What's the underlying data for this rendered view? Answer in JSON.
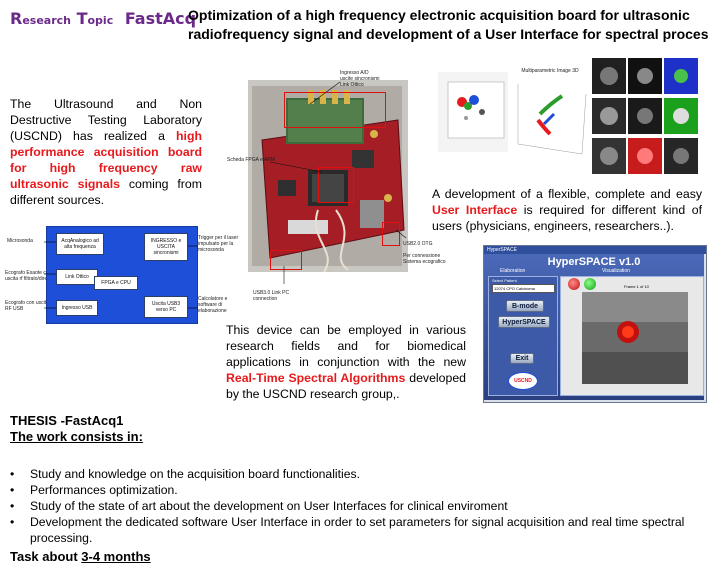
{
  "header": {
    "research_letter_r": "R",
    "research_rest": "esearch",
    "topic_letter_t": "T",
    "topic_rest": "opic",
    "project": "FastAcq",
    "title_line1": "Optimization of a high frequency  electronic acquisition board  for ultrasonic",
    "title_line2": "radiofrequency signal and development of a User Interface for spectral proces"
  },
  "intro": {
    "part1": "The Ultrasound and Non Destructive Testing Laboratory (USCND) has realized a ",
    "highlight": "high performance acquisition board for high frequency raw ultrasonic signals",
    "part2": " coming from different sources."
  },
  "board_labels": {
    "ingresso": "Ingresso A/D\nuscite sincronismi\nLink Ottico",
    "scheda": "Scheda FPGA e ARM",
    "usb_otg": "USB2.0 OTG",
    "per_connessione": "Per connessione\nSistema ecografico",
    "usb_link": "USB3.0 Link PC\nconnection"
  },
  "block_diagram": {
    "left_labels": [
      "Microsonda",
      "Ecografo Esaote con\nuscita rf filtrato/diretto",
      "Ecografo con uscita\nRF USB"
    ],
    "right_labels": [
      "Trigger per il laser\nimpulsato per la\nmicrosonda",
      "Calcolatore e\nsoftware di\nelaborazione"
    ],
    "blocks": {
      "acq": "AcqAnalogico ad\nalta frequenza",
      "ingresso": "INGRESSO e\nUSCITA\nsincronismi",
      "link": "Link Ottico",
      "fpga": "FPGA e CPU",
      "usb_in": "Ingresso USB",
      "usb_out": "Uscita USB3\nverso PC"
    }
  },
  "ui_para": {
    "part1": "A development of a flexible, complete and easy ",
    "highlight": "User  Interface",
    "part2": " is required for different kind of users (physicians, engineers, researchers..)."
  },
  "device_para": {
    "part1": "This device can be employed in various research fields and for biomedical applications in conjunction with the new ",
    "highlight": "Real-Time Spectral Algorithms",
    "part2": " developed by the USCND research group,."
  },
  "hyperspace": {
    "window_title": "HyperSPACE",
    "app_title": "HyperSPACE v1.0",
    "elaboration": "Elaboration",
    "visualization": "Visualization",
    "select_patient": "Select Patient",
    "patient_value": "12074 CPO Calcinoma",
    "bmode": "B-mode",
    "hyperspace_btn": "HyperSPACE",
    "exit": "Exit",
    "frame_label": "Frame 1 of 10",
    "logo": "USCND"
  },
  "scatter3d": {
    "title": "Multiparametric Image 3D"
  },
  "thesis": {
    "title": "THESIS -FastAcq1",
    "subtitle": "The work consists in:",
    "items": [
      "Study and  knowledge on the acquisition board functionalities.",
      "Performances optimization.",
      "Study of the state of art about the development on User Interfaces for clinical enviroment",
      "Development the dedicated software User Interface in order to set parameters for signal acquisition and real time spectral processing."
    ],
    "task_prefix": "Task about ",
    "task_duration": "3-4 months"
  },
  "colors": {
    "accent_purple": "#6b2a8a",
    "highlight_red": "#e8191c",
    "diagram_blue": "#1d4fd8"
  }
}
